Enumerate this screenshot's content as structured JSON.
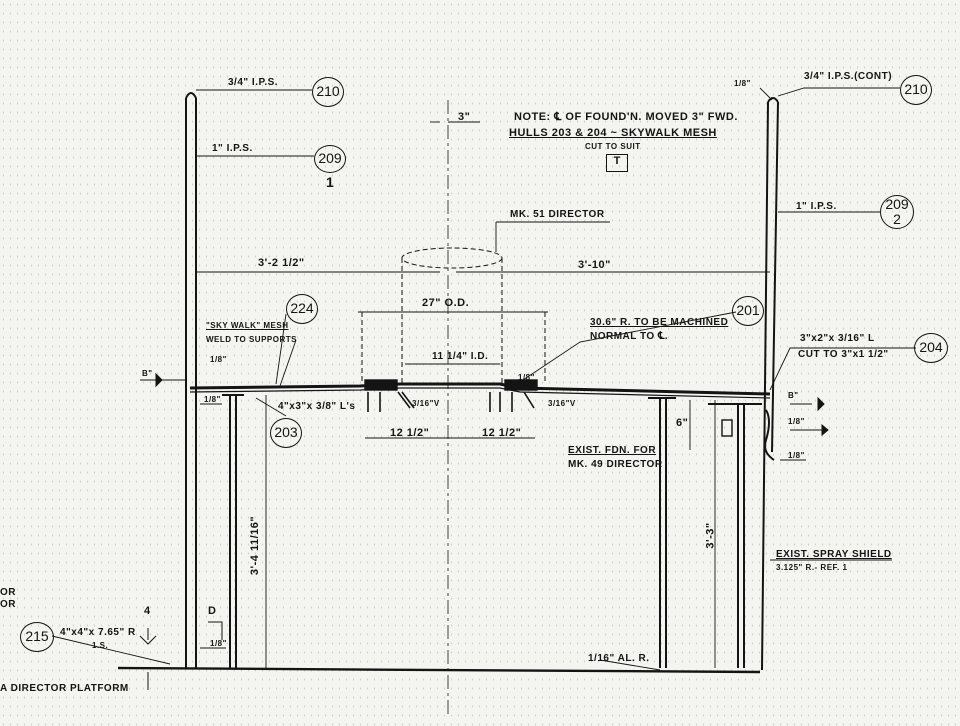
{
  "note": {
    "line1": "NOTE: ℄ OF FOUND'N. MOVED 3\" FWD.",
    "line2": "HULLS 203 & 204 ~ SKYWALK MESH",
    "line3": "CUT TO SUIT",
    "box": "T",
    "offset": "3\""
  },
  "callouts": {
    "pipe_left": "3/4\" I.P.S.",
    "pipe_right": "3/4\" I.P.S.(CONT)",
    "tick_right": "1/8\"",
    "ips_left": "1\" I.P.S.",
    "ips_right": "1\" I.P.S.",
    "director": "MK. 51 DIRECTOR",
    "od": "27\" O.D.",
    "id": "11 1/4\" I.D.",
    "dim_left": "3'-2 1/2\"",
    "dim_right": "3'-10\"",
    "machined1": "30.6\" R. TO BE MACHINED",
    "machined2": "NORMAL TO ℄.",
    "skywalk": "\"SKY WALK\" MESH",
    "weld": "WELD TO SUPPORTS",
    "weld_small": "1/8\"",
    "angle1": "3\"x2\"x 3/16\" L",
    "angle2": "CUT TO 3\"x1 1/2\"",
    "angles": "4\"x3\"x 3/8\" L's",
    "vee_left": "3/16\"V",
    "vee_right": "3/16\"V",
    "dim_12a": "12 1/2\"",
    "dim_12b": "12 1/2\"",
    "dim_6": "6\"",
    "exist_fdn1": "EXIST. FDN. FOR",
    "exist_fdn2": "MK. 49 DIRECTOR",
    "height_left": "3'-4 11/16\"",
    "height_right": "3'-3\"",
    "spray1": "EXIST. SPRAY SHIELD",
    "spray2": "3.125\" R.- REF. 1",
    "plate": "4\"x4\"x 7.65\" R",
    "plate2": "1.S.",
    "section_4": "4",
    "section_d": "D",
    "alr": "1/16\" AL. R.",
    "platform": "A DIRECTOR PLATFORM",
    "or1": "OR",
    "or2": "OR",
    "weld_b": "B\"",
    "weld_b2": "B\"",
    "weld_b3": "1/8\"",
    "weld_b4": "1/8\"",
    "weld_b5": "1/8\"",
    "weld_b6": "1/8\"",
    "plate_b": "1/8\""
  },
  "bubbles": {
    "b210_left": "210",
    "b210_right": "210",
    "b209_left": "209",
    "b209_left_sub": "1",
    "b209_right": "209",
    "b209_right_sub": "2",
    "b224": "224",
    "b201": "201",
    "b204": "204",
    "b203": "203",
    "b215": "215"
  }
}
